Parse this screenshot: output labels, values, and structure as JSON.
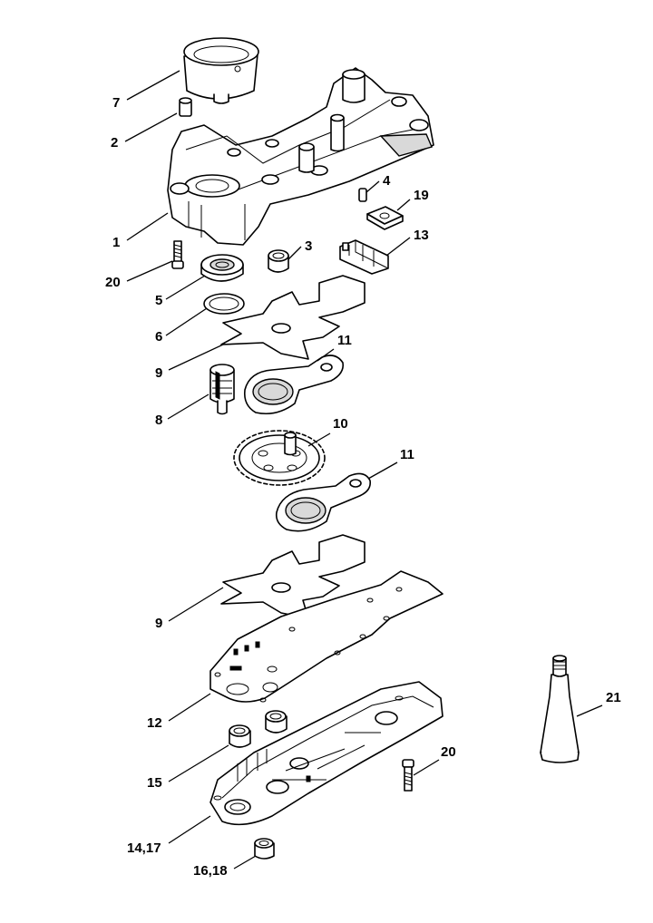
{
  "callouts": [
    {
      "id": "c7",
      "text": "7"
    },
    {
      "id": "c2",
      "text": "2"
    },
    {
      "id": "c1",
      "text": "1"
    },
    {
      "id": "c4",
      "text": "4"
    },
    {
      "id": "c19",
      "text": "19"
    },
    {
      "id": "c3",
      "text": "3"
    },
    {
      "id": "c13",
      "text": "13"
    },
    {
      "id": "c20a",
      "text": "20"
    },
    {
      "id": "c5",
      "text": "5"
    },
    {
      "id": "c6",
      "text": "6"
    },
    {
      "id": "c9a",
      "text": "9"
    },
    {
      "id": "c11a",
      "text": "11"
    },
    {
      "id": "c8",
      "text": "8"
    },
    {
      "id": "c10",
      "text": "10"
    },
    {
      "id": "c11b",
      "text": "11"
    },
    {
      "id": "c9b",
      "text": "9"
    },
    {
      "id": "c21",
      "text": "21"
    },
    {
      "id": "c12",
      "text": "12"
    },
    {
      "id": "c20b",
      "text": "20"
    },
    {
      "id": "c15",
      "text": "15"
    },
    {
      "id": "c1417",
      "text": "14,17"
    },
    {
      "id": "c1618",
      "text": "16,18"
    }
  ]
}
